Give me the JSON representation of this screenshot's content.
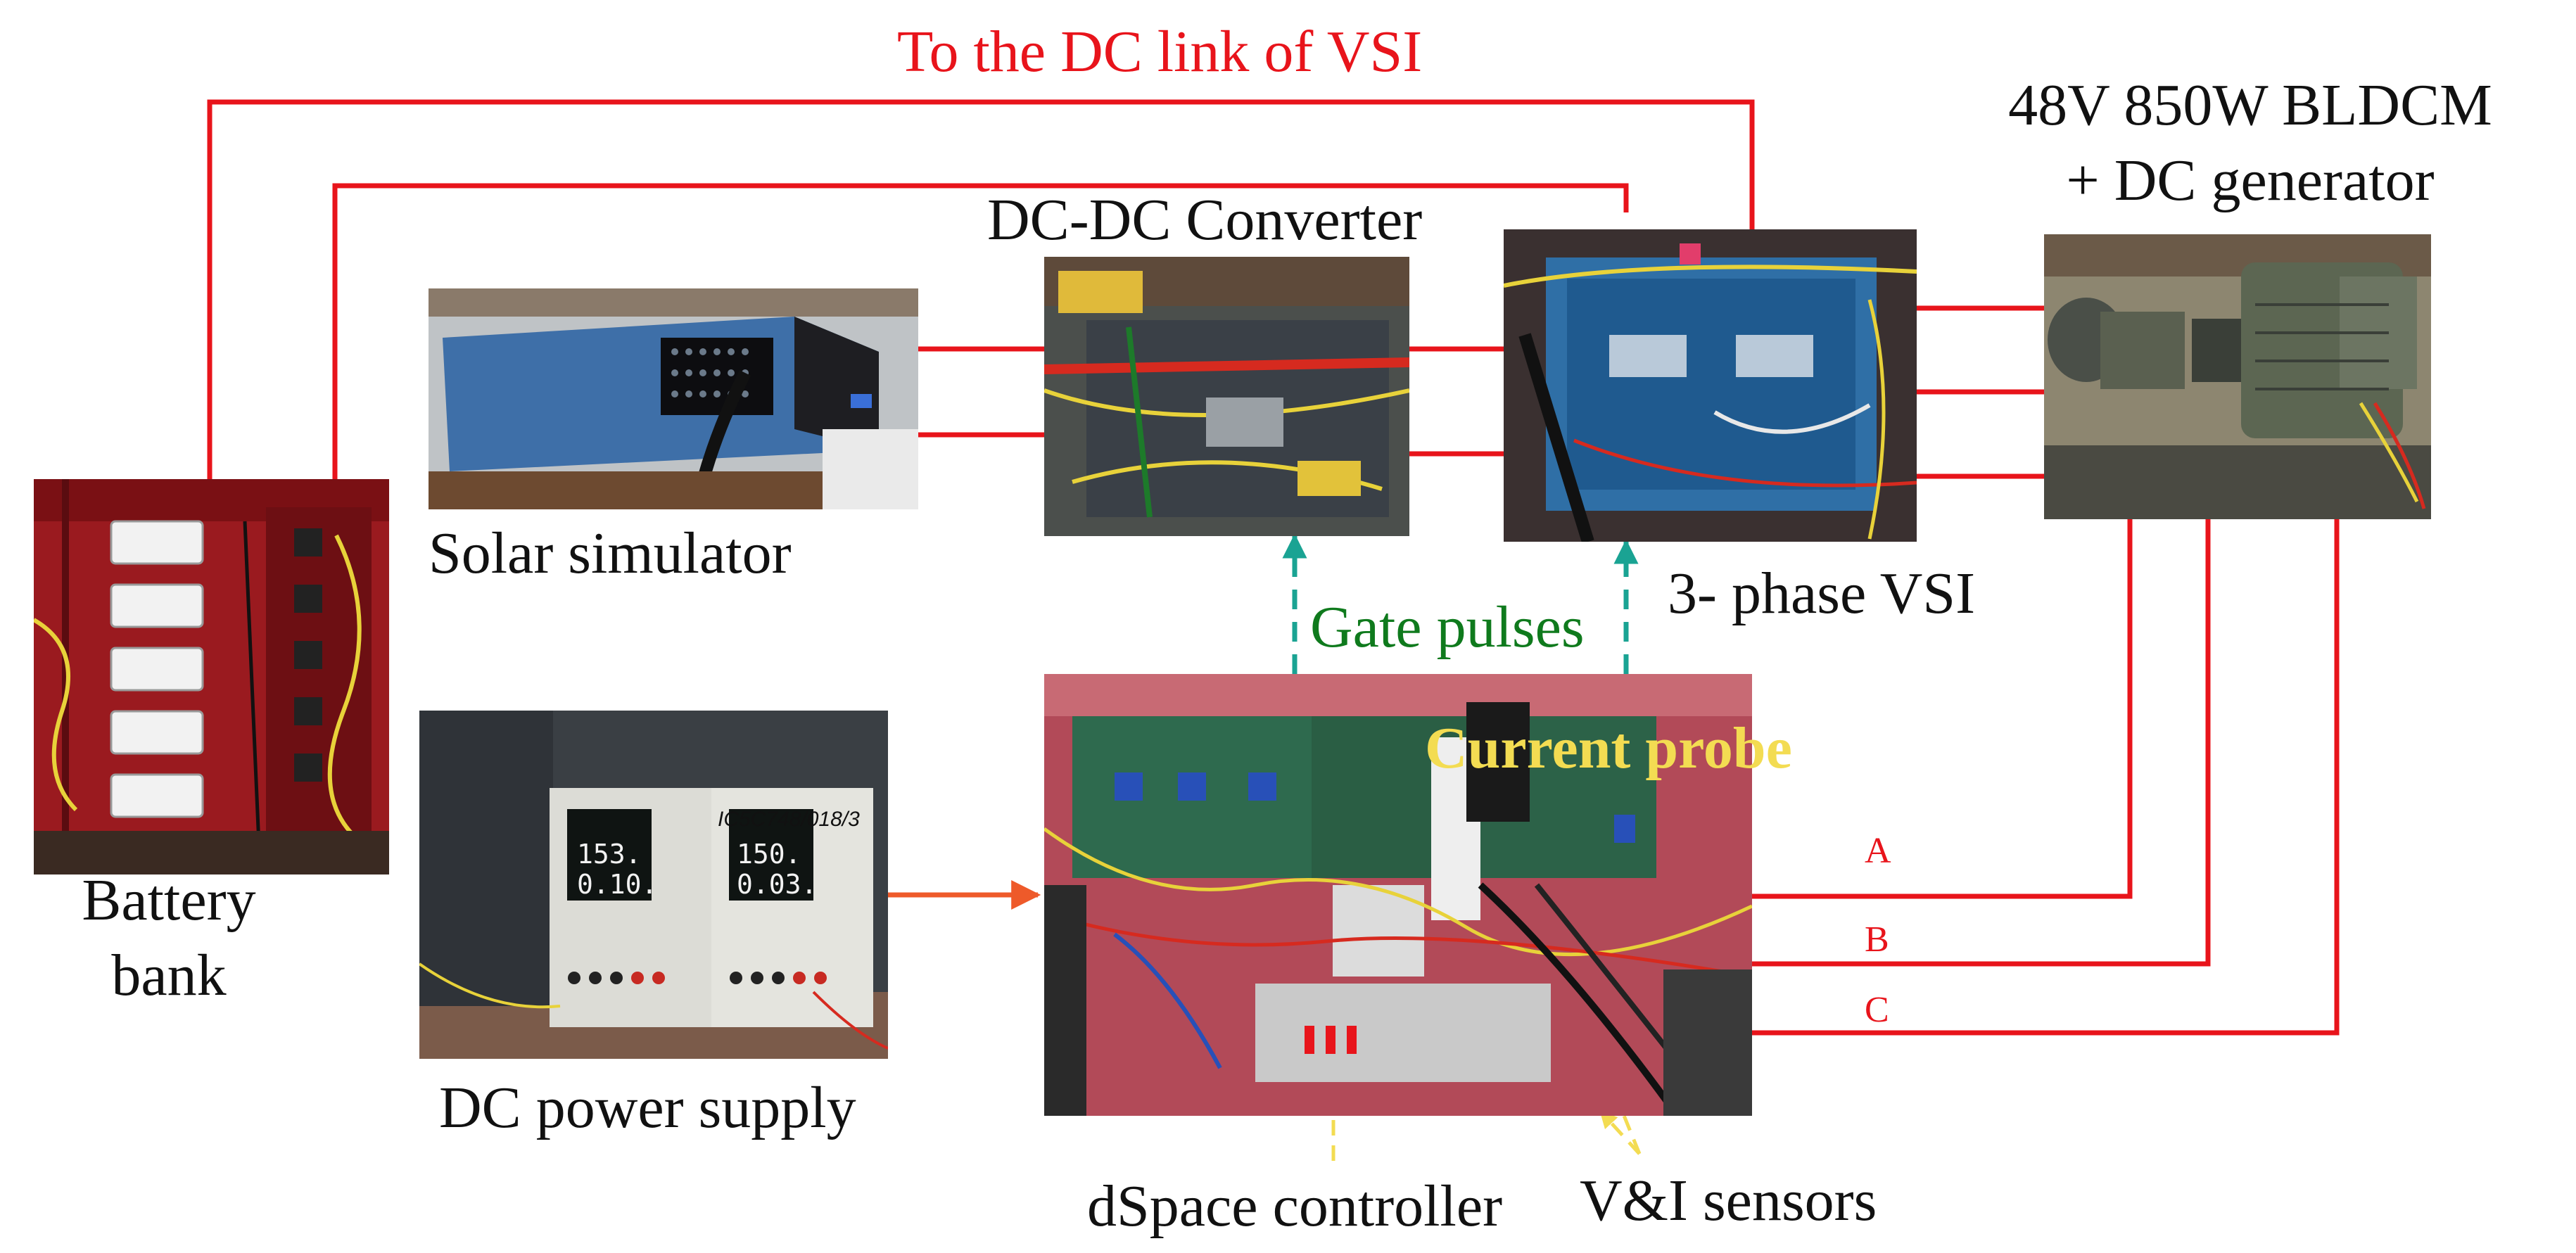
{
  "labels": {
    "dc_link": "To the DC link of VSI",
    "motor_line1": "48V 850W BLDCM",
    "motor_line2": "+ DC generator",
    "converter": "DC-DC Converter",
    "solar": "Solar simulator",
    "vsi": "3- phase VSI",
    "gate": "Gate pulses",
    "current_probe": "Current probe",
    "battery_line1": "Battery",
    "battery_line2": "bank",
    "dc_supply": "DC power supply",
    "dspace": "dSpace controller",
    "sensors": "V&I sensors",
    "phase_a": "A",
    "phase_b": "B",
    "phase_c": "C"
  },
  "display_readings": {
    "left_voltage": "153.",
    "left_current": "0.10.",
    "right_voltage": "150.",
    "right_current": "0.03.",
    "supply_tag": "IC5C748/018/3"
  },
  "colors": {
    "power_line": "#e8141b",
    "gate_line": "#1aa393",
    "sensor_line": "#f3dc52",
    "label_green": "#0f7a1d"
  }
}
